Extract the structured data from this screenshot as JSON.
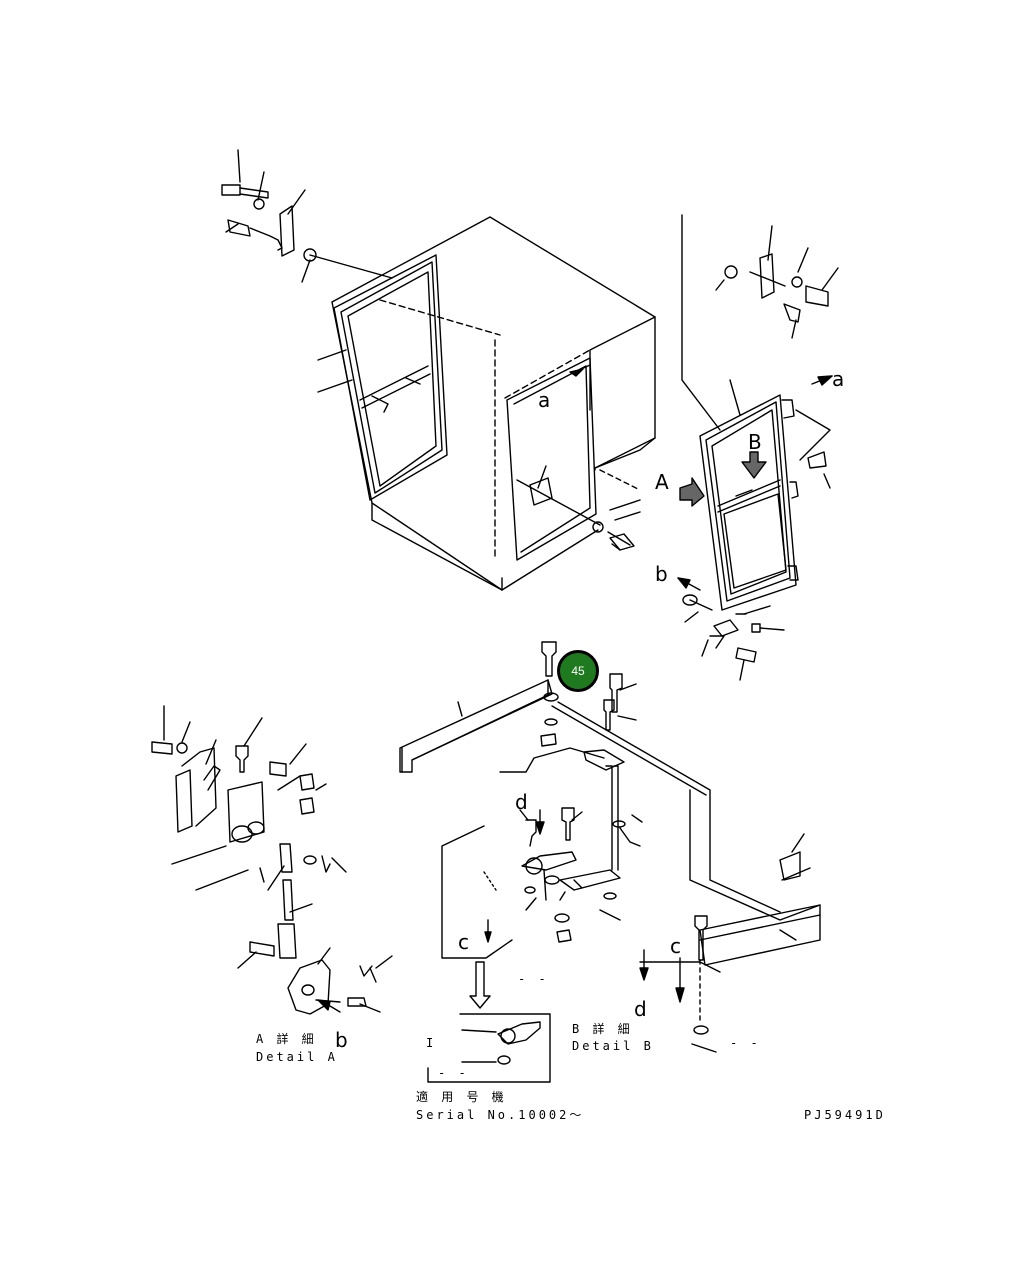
{
  "letters": {
    "a": "a",
    "b": "b",
    "c": "c",
    "d": "d",
    "A": "A",
    "B": "B"
  },
  "detail_a": {
    "jp": "A 詳 細",
    "en": "Detail A"
  },
  "detail_b": {
    "jp": "B 詳 細",
    "en": "Detail B"
  },
  "serial": {
    "jp": "適 用 号 機",
    "en": "Serial No.10002～"
  },
  "drawing_code": "PJ59491D",
  "callout": {
    "label": "45",
    "color": "#1f7a1f"
  },
  "stray": {
    "i": "I",
    "dash": "- -"
  }
}
